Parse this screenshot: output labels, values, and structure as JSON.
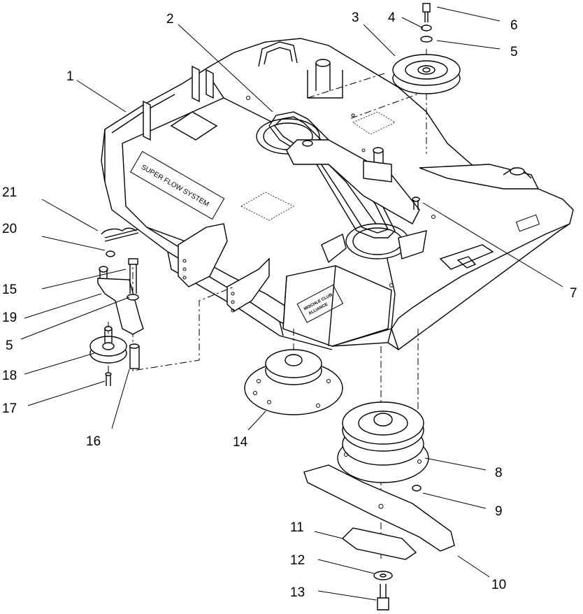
{
  "callouts": [
    {
      "id": "c1",
      "label": "1"
    },
    {
      "id": "c2",
      "label": "2"
    },
    {
      "id": "c3",
      "label": "3"
    },
    {
      "id": "c4",
      "label": "4"
    },
    {
      "id": "c5a",
      "label": "5"
    },
    {
      "id": "c6",
      "label": "6"
    },
    {
      "id": "c7",
      "label": "7"
    },
    {
      "id": "c8",
      "label": "8"
    },
    {
      "id": "c9",
      "label": "9"
    },
    {
      "id": "c10",
      "label": "10"
    },
    {
      "id": "c11",
      "label": "11"
    },
    {
      "id": "c12",
      "label": "12"
    },
    {
      "id": "c13",
      "label": "13"
    },
    {
      "id": "c14",
      "label": "14"
    },
    {
      "id": "c15",
      "label": "15"
    },
    {
      "id": "c16",
      "label": "16"
    },
    {
      "id": "c17",
      "label": "17"
    },
    {
      "id": "c18",
      "label": "18"
    },
    {
      "id": "c19",
      "label": "19"
    },
    {
      "id": "c5b",
      "label": "5"
    },
    {
      "id": "c20",
      "label": "20"
    },
    {
      "id": "c21",
      "label": "21"
    }
  ],
  "decals": {
    "side": "SUPER FLOW SYSTEM",
    "front_line1": "MISCHLE CLUB",
    "front_line2": "ALLIANCE"
  }
}
